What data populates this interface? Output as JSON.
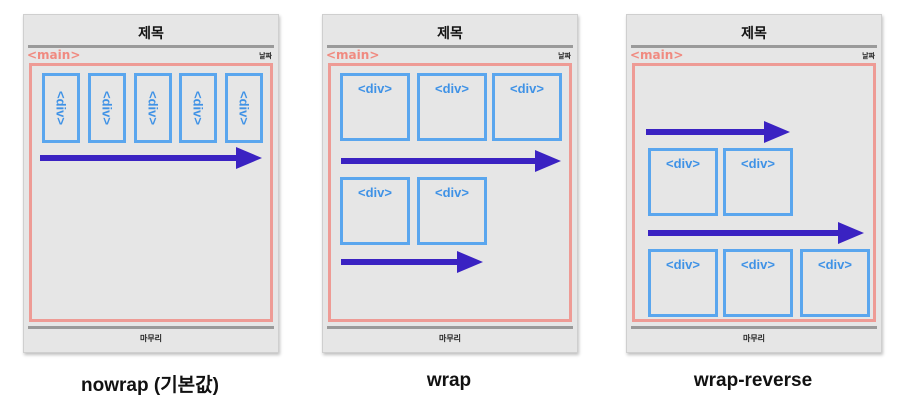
{
  "panels": [
    {
      "title": "제목",
      "main_tag": "<main>",
      "date_label": "날짜",
      "footer": "마무리",
      "caption": "nowrap (기본값)",
      "box_label": "<div>"
    },
    {
      "title": "제목",
      "main_tag": "<main>",
      "date_label": "날짜",
      "footer": "마무리",
      "caption": "wrap",
      "box_label": "<div>"
    },
    {
      "title": "제목",
      "main_tag": "<main>",
      "date_label": "날짜",
      "footer": "마무리",
      "caption": "wrap-reverse",
      "box_label": "<div>"
    }
  ],
  "colors": {
    "main_border": "#ee9b95",
    "div_border": "#5aa6ee",
    "arrow": "#3a22c2",
    "panel_bg": "#e6e6e6"
  }
}
